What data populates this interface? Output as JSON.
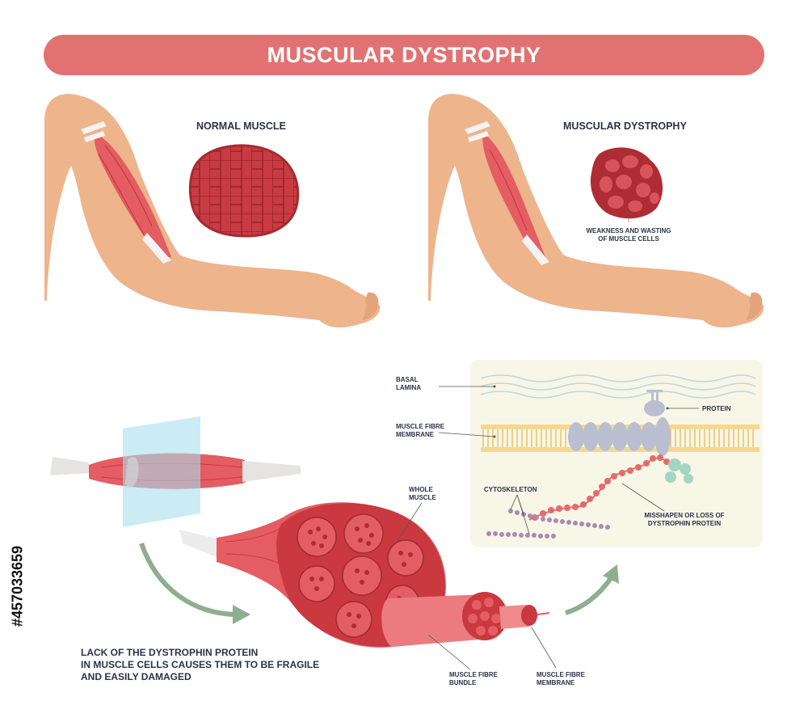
{
  "title": "MUSCULAR DYSTROPHY",
  "labels": {
    "normal_muscle": "NORMAL MUSCLE",
    "muscular_dystrophy": "MUSCULAR DYSTROPHY",
    "weakness_line1": "WEAKNESS AND WASTING",
    "weakness_line2": "OF MUSCLE CELLS",
    "basal_line1": "BASAL",
    "basal_line2": "LAMINA",
    "membrane_line1": "MUSCLE FIBRE",
    "membrane_line2": "MEMBRANE",
    "protein": "PROTEIN",
    "cytoskeleton": "CYTOSKELETON",
    "misshapen_line1": "MISSHAPEN OR LOSS OF",
    "misshapen_line2": "DYSTROPHIN PROTEIN",
    "whole_line1": "WHOLE",
    "whole_line2": "MUSCLE",
    "bundle_line1": "MUSCLE FIBRE",
    "bundle_line2": "BUNDLE",
    "fibre_membrane_line1": "MUSCLE FIBRE",
    "fibre_membrane_line2": "MEMBRANE",
    "lack_line1": "LACK OF THE DYSTROPHIN PROTEIN",
    "lack_line2": "IN MUSCLE CELLS CAUSES THEM TO BE FRAGILE",
    "lack_line3": "AND EASILY DAMAGED"
  },
  "stock_id": "#457033659",
  "colors": {
    "title_bg": "#e27272",
    "skin": "#eeb48c",
    "muscle": "#e35d63",
    "muscle_dark": "#c9393f",
    "cell_red": "#b02c34",
    "panel_bg": "#f8f6e6",
    "membrane": "#f3d98f",
    "protein_grey": "#b9bfd0",
    "dystrophin": "#e56b6b",
    "cytoskeleton": "#a98ab3",
    "arrow": "#8fae8f",
    "label_text": "#2a3347"
  }
}
